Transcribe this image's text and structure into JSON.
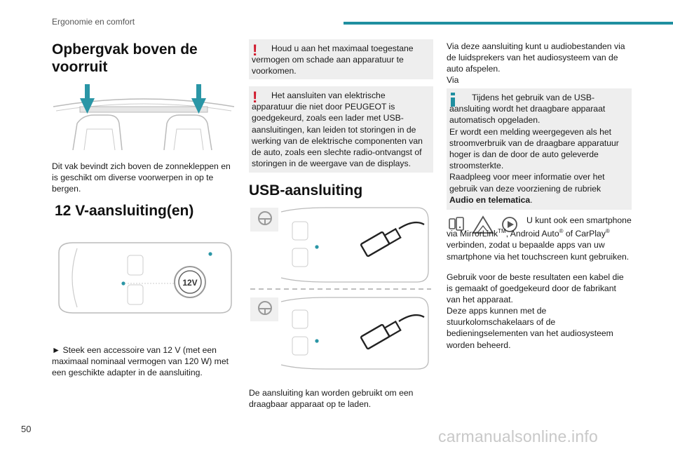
{
  "header": {
    "section_title": "Ergonomie en comfort"
  },
  "col1": {
    "heading_storage": "Opbergvak boven de voorruit",
    "storage_text": "Dit vak bevindt zich boven de zonnekleppen en is geschikt om diverse voorwerpen in op te bergen.",
    "heading_12v": "12 V-aansluiting(en)",
    "socket_label": "12V",
    "step_text": "► Steek een accessoire van 12 V (met een maximaal nominaal vermogen van 120 W) met een geschikte adapter in de aansluiting."
  },
  "col2": {
    "warning1": "Houd u aan het maximaal toegestane vermogen om schade aan apparatuur te voorkomen.",
    "warning2": "Het aansluiten van elektrische apparatuur die niet door PEUGEOT is goedgekeurd, zoals een lader met USB-aansluitingen, kan leiden tot storingen in de werking van de elektrische componenten van de auto, zoals een slechte radio-ontvangst of storingen in de weergave van de displays.",
    "heading_usb": "USB-aansluiting",
    "usb_text": "De aansluiting kan worden gebruikt om een draagbaar apparaat op te laden."
  },
  "col3": {
    "intro_text": "Via deze aansluiting kunt u audiobestanden via de luidsprekers van het audiosysteem van de auto afspelen.",
    "via": "Via",
    "info_text": "Tijdens het gebruik van de USB-aansluiting wordt het draagbare apparaat automatisch opgeladen.",
    "info_text2": "Er wordt een melding weergegeven als het stroomverbruik van de draagbare apparatuur hoger is dan de door de auto geleverde stroomsterkte.",
    "info_text3": "Raadpleeg voor meer informatie over het gebruik van deze voorziening de rubriek",
    "info_link": "Audio en telematica",
    "info_end": ".",
    "smartphone_text_a": "U kunt ook een smartphone via MirrorLink",
    "tm": "TM",
    "smartphone_text_b": ", Android Auto",
    "reg": "®",
    "smartphone_text_c": " of CarPlay",
    "smartphone_text_d": " verbinden, zodat u bepaalde apps van uw smartphone via het touchscreen kunt gebruiken.",
    "cable_text": "Gebruik voor de beste resultaten een kabel die is gemaakt of goedgekeurd door de fabrikant van het apparaat.",
    "apps_text": "Deze apps kunnen met de stuurkolomschakelaars of de bedieningselementen van het audiosysteem worden beheerd."
  },
  "footer": {
    "page_number": "50",
    "watermark": "carmanualsonline.info"
  },
  "colors": {
    "accent": "#1f8fa0",
    "warning": "#d0162a",
    "box_bg": "#eeeeee"
  },
  "icons": [
    "warning-icon",
    "info-icon",
    "mirrorlink-icon",
    "android-auto-icon",
    "carplay-icon",
    "usb-plug-icon",
    "steering-wheel-icon"
  ]
}
